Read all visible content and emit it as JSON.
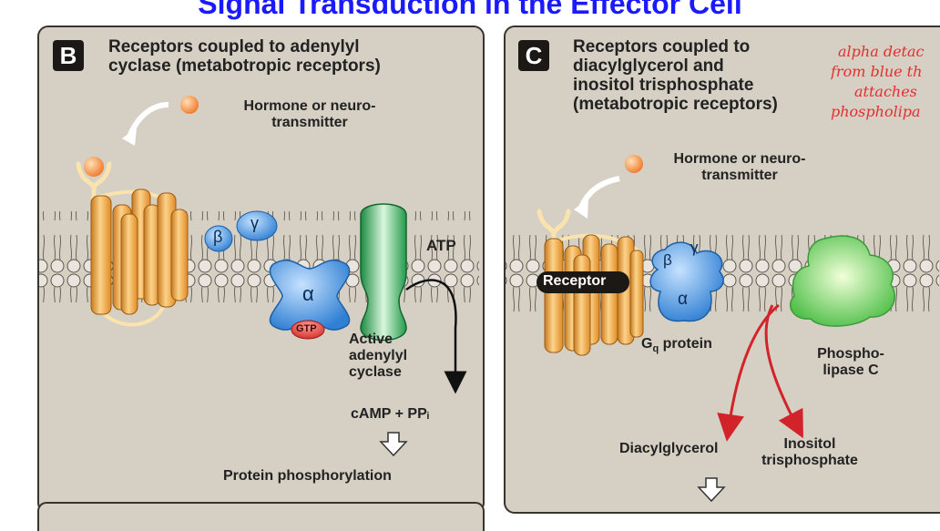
{
  "title": "Signal Transduction in the Effector Cell",
  "panel_b": {
    "letter": "B",
    "heading_line1": "Receptors coupled to adenylyl",
    "heading_line2": "cyclase (metabotropic receptors)",
    "ligand_line1": "Hormone or neuro-",
    "ligand_line2": "transmitter",
    "beta": "β",
    "gamma": "γ",
    "alpha": "α",
    "gtp": "GTP",
    "atp": "ATP",
    "enzyme_line1": "Active",
    "enzyme_line2": "adenylyl",
    "enzyme_line3": "cyclase",
    "product": "cAMP + PPᵢ",
    "outcome": "Protein phosphorylation"
  },
  "panel_c": {
    "letter": "C",
    "heading_line1": "Receptors coupled to",
    "heading_line2": "diacylglycerol and",
    "heading_line3": "inositol trisphosphate",
    "heading_line4": "(metabotropic receptors)",
    "ligand_line1": "Hormone or neuro-",
    "ligand_line2": "transmitter",
    "receptor_label": "Receptor",
    "beta": "β",
    "gamma": "γ",
    "alpha": "α",
    "gq_main": "G",
    "gq_sub": "q",
    "gq_rest": " protein",
    "enzyme_line1": "Phospho-",
    "enzyme_line2": "lipase C",
    "product_1": "Diacylglycerol",
    "product_2_line1": "Inositol",
    "product_2_line2": "trisphosphate"
  },
  "annotation": {
    "line1": "alpha detac",
    "line2": "from blue th",
    "line3": "attaches",
    "line4": "phospholipa"
  },
  "colors": {
    "title": "#1a1aff",
    "panel_bg": "#d6cfc4",
    "receptor": "#f0a545",
    "g_protein": "#3f8fdf",
    "adenylyl_cyclase": "#2fa35a",
    "phospholipase": "#7bd65a",
    "gtp": "#e44c48",
    "arrow_red": "#d3232a",
    "annotation": "#e22f2f"
  }
}
